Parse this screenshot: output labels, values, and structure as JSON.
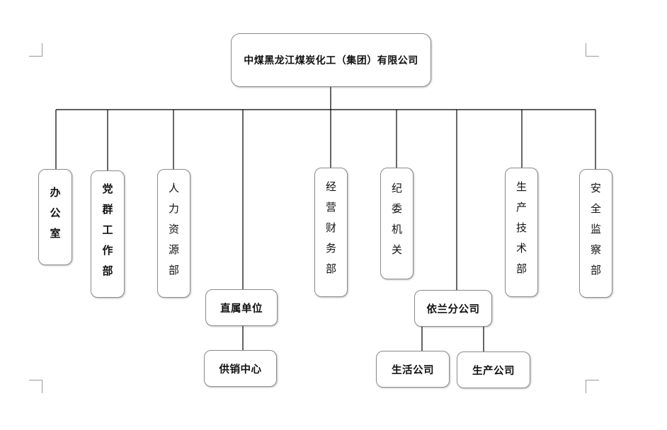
{
  "diagram": {
    "root": "中煤黑龙江煤炭化工（集团）有限公司",
    "departments": [
      "办公室",
      "党群工作部",
      "人力资源部",
      "经营财务部",
      "纪委机关",
      "生产技术部",
      "安全监察部"
    ],
    "direct_units": {
      "label": "直属单位",
      "child": "供销中心"
    },
    "branch": {
      "label": "依兰分公司",
      "children": [
        "生活公司",
        "生产公司"
      ]
    }
  },
  "colors": {
    "line": "#000000",
    "box_border": "#8c8c8c",
    "background": "#ffffff"
  }
}
